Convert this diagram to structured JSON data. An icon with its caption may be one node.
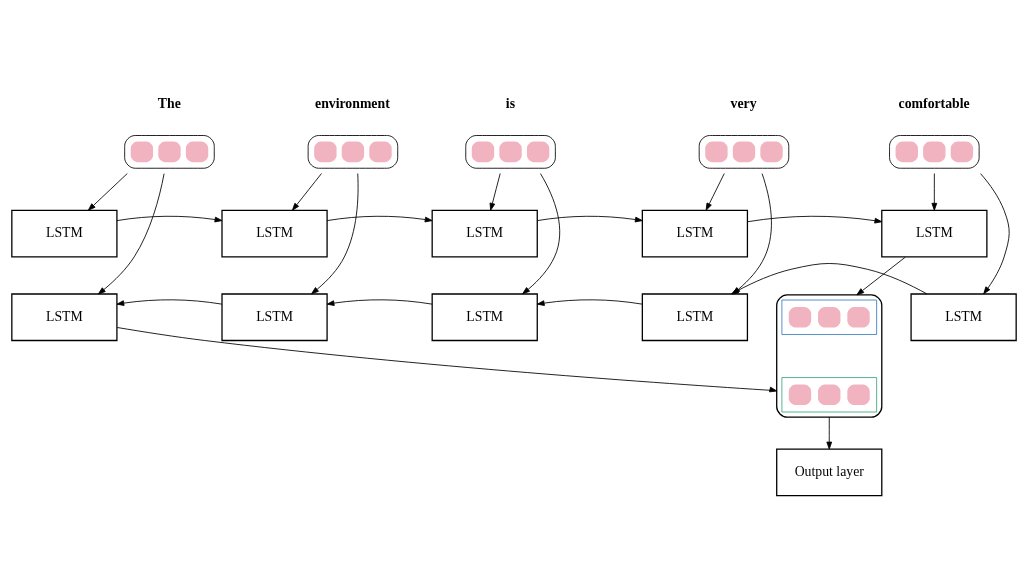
{
  "diagram": {
    "nodes": [
      {
        "text": [
          "The"
        ]
      },
      {
        "text": [
          "environment"
        ]
      },
      {
        "text": [
          "is"
        ]
      },
      {
        "text": [
          "very"
        ]
      },
      {
        "text": [
          "comfortable"
        ]
      },
      {
        "text": [
          "LSTM"
        ]
      },
      {
        "text": [
          "LSTM"
        ]
      },
      {
        "text": [
          "LSTM"
        ]
      },
      {
        "text": [
          "LSTM"
        ]
      },
      {
        "text": [
          "LSTM"
        ]
      },
      {
        "text": [
          "LSTM"
        ]
      },
      {
        "text": [
          "LSTM"
        ]
      },
      {
        "text": [
          "LSTM"
        ]
      },
      {
        "text": [
          "LSTM"
        ]
      },
      {
        "text": [
          "LSTM"
        ]
      },
      {
        "text": [],
        "shape": "box"
      },
      {
        "text": [],
        "shape": "box",
        "in": 15
      },
      {
        "text": [],
        "shape": "box",
        "in": 15
      },
      {
        "text": [
          "Output layer"
        ]
      }
    ],
    "edges": [
      {
        "from": 0,
        "to": 5,
        "arrow": "to"
      },
      {
        "from": 1,
        "to": 6,
        "arrow": "to"
      },
      {
        "from": 2,
        "to": 7,
        "arrow": "to"
      },
      {
        "from": 3,
        "to": 8,
        "arrow": "to"
      },
      {
        "from": 4,
        "to": 9,
        "arrow": "to"
      },
      {
        "from": 0,
        "to": 10,
        "arrow": "to"
      },
      {
        "from": 1,
        "to": 11,
        "arrow": "to"
      },
      {
        "from": 2,
        "to": 12,
        "arrow": "to"
      },
      {
        "from": 3,
        "to": 13,
        "arrow": "to"
      },
      {
        "from": 4,
        "to": 14,
        "arrow": "to"
      },
      {
        "from": 5,
        "to": 6,
        "arrow": "to"
      },
      {
        "from": 6,
        "to": 7,
        "arrow": "to"
      },
      {
        "from": 7,
        "to": 8,
        "arrow": "to"
      },
      {
        "from": 8,
        "to": 9,
        "arrow": "to"
      },
      {
        "from": 14,
        "to": 13,
        "arrow": "to"
      },
      {
        "from": 13,
        "to": 12,
        "arrow": "to"
      },
      {
        "from": 12,
        "to": 11,
        "arrow": "to"
      },
      {
        "from": 11,
        "to": 10,
        "arrow": "to"
      },
      {
        "from": 10,
        "to": 15,
        "arrow": "to"
      },
      {
        "from": 9,
        "to": 15,
        "arrow": "to"
      },
      {
        "from": 15,
        "to": 18,
        "arrow": "to"
      }
    ]
  }
}
